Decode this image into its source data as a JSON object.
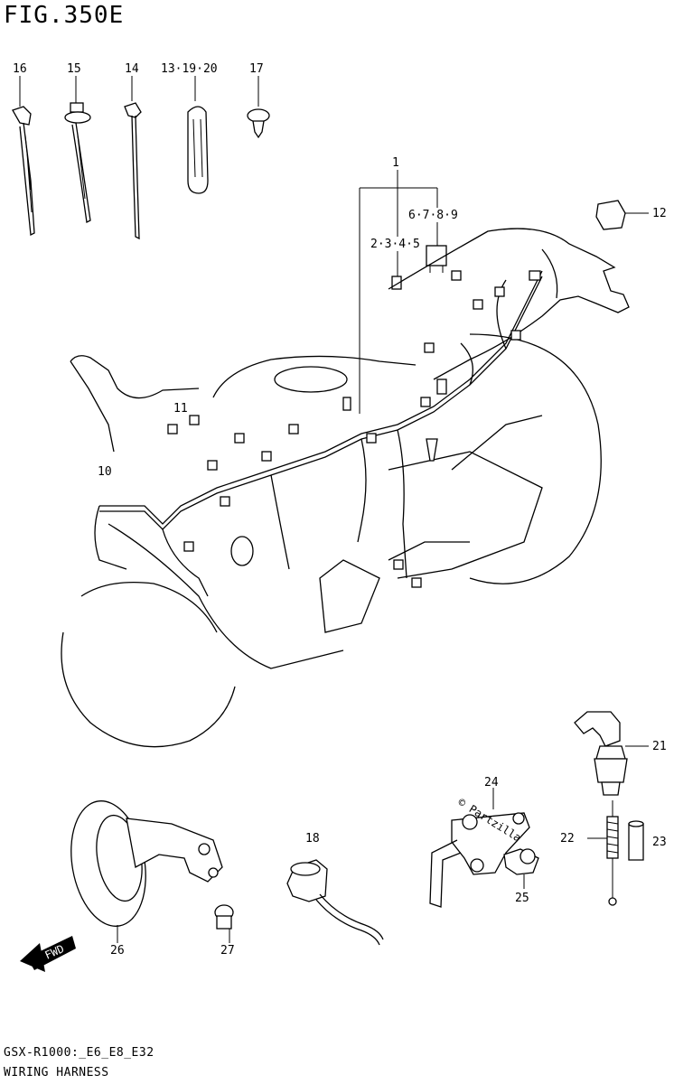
{
  "figure": {
    "title": "FIG.350E",
    "model": "GSX-R1000:_E6_E8_E32",
    "name": "WIRING HARNESS"
  },
  "callouts": {
    "c1": "1",
    "c2345": "2·3·4·5",
    "c6789": "6·7·8·9",
    "c10": "10",
    "c11": "11",
    "c12": "12",
    "c13": "13·19·20",
    "c14": "14",
    "c15": "15",
    "c16": "16",
    "c17": "17",
    "c18": "18",
    "c21": "21",
    "c22": "22",
    "c23": "23",
    "c24": "24",
    "c25": "25",
    "c26": "26",
    "c27": "27"
  },
  "badges": {
    "fwd": "FWD",
    "partzilla": "© Partzilla"
  }
}
